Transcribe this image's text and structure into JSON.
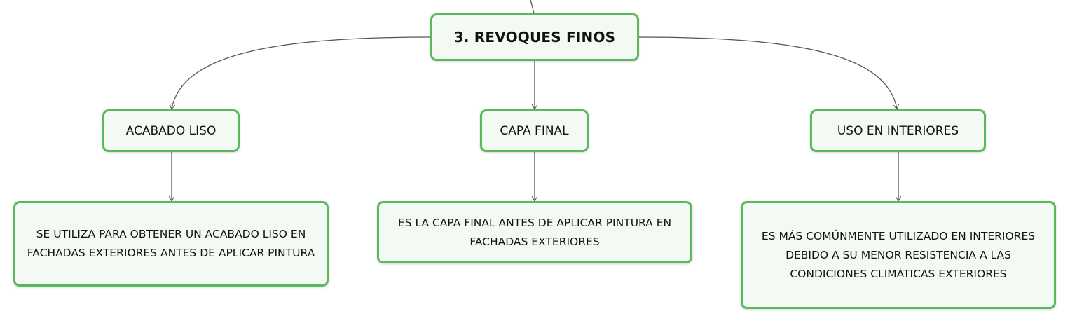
{
  "root": {
    "label": "3. REVOQUES FINOS"
  },
  "branches": [
    {
      "label": "ACABADO LISO",
      "detail": "SE UTILIZA PARA OBTENER UN ACABADO LISO EN FACHADAS EXTERIORES ANTES DE APLICAR PINTURA"
    },
    {
      "label": "CAPA FINAL",
      "detail": "ES LA CAPA FINAL ANTES DE APLICAR PINTURA EN FACHADAS EXTERIORES"
    },
    {
      "label": "USO EN INTERIORES",
      "detail": "ES MÁS COMÚNMENTE UTILIZADO EN INTERIORES DEBIDO A SU MENOR RESISTENCIA A LAS CONDICIONES CLIMÁTICAS EXTERIORES"
    }
  ],
  "colors": {
    "node_border": "#5cb85c",
    "node_fill": "#f3faf3",
    "connector": "#555555"
  }
}
